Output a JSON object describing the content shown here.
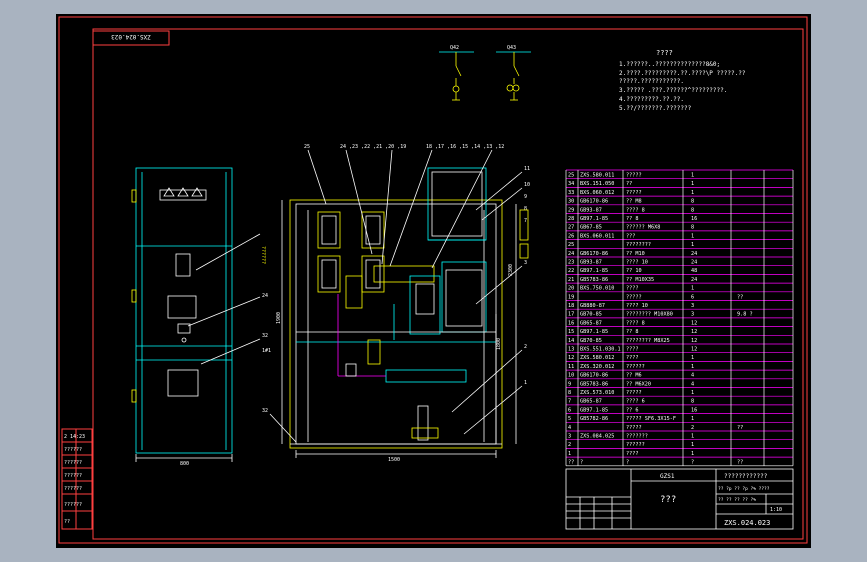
{
  "drawing_number": "ZXS.024.023",
  "drawing_number_rotated": "ZXS.024.023",
  "title_block": {
    "name_label": "???",
    "model": "GZS1",
    "designation": "ZXS.024.023",
    "company": "????????????",
    "scale_row": "?? ?p ?? ?p ?% ????",
    "sheet_row": "?? ?? ?? ?? ?%",
    "scale_value": "1:10"
  },
  "notes": {
    "heading": "????",
    "lines": [
      "1.??????..??????????????8&0;",
      "2.????.?????????.??.????\\P ?????.??",
      "  ?????.???????????.",
      "3.????? .???.??????^?????????.",
      "4.?????????.??.??.",
      "5.??/???????.???????"
    ]
  },
  "schematic_labels": [
    "Q42",
    "Q43"
  ],
  "front_view": {
    "width_dim": "800",
    "side_labels": [
      "??????",
      "24",
      "32"
    ]
  },
  "side_view": {
    "width_dim": "1500",
    "height_dims": [
      "2300",
      "1900",
      "1800"
    ],
    "label_left": "1#1",
    "label_s": "32",
    "callouts_top": [
      "25",
      "24 ,23 ,22 ,21 ,20 ,19",
      "18 ,17 ,16 ,15 ,14 ,13 ,12"
    ],
    "callouts_right": [
      "11",
      "10",
      "9",
      "8",
      "7",
      "3",
      "2",
      "1"
    ]
  },
  "left_strip": [
    "2 14:23",
    "??????",
    "??????",
    "??????",
    "??????",
    "??????",
    "??"
  ],
  "bom": {
    "rows": [
      [
        "25",
        "ZXS.580.011",
        "?????",
        "1",
        ""
      ],
      [
        "34",
        "BXS.151.050",
        "??",
        "1",
        ""
      ],
      [
        "33",
        "BXS.060.012",
        "?????",
        "1",
        ""
      ],
      [
        "30",
        "GB6170-86",
        "?? M8",
        "8",
        ""
      ],
      [
        "29",
        "GB93-87",
        "???? 8",
        "8",
        ""
      ],
      [
        "28",
        "GB97.1-85",
        "?? 8",
        "16",
        ""
      ],
      [
        "27",
        "GB67-85",
        "?????? M6X8",
        "8",
        ""
      ],
      [
        "26",
        "BXS.060.011",
        "???",
        "1",
        ""
      ],
      [
        "25",
        "",
        "????????",
        "1",
        ""
      ],
      [
        "24",
        "GB6170-86",
        "?? M10",
        "24",
        ""
      ],
      [
        "23",
        "GB93-87",
        "???? 10",
        "24",
        ""
      ],
      [
        "22",
        "GB97.1-85",
        "?? 10",
        "48",
        ""
      ],
      [
        "21",
        "GB5783-86",
        "?? M10X35",
        "24",
        ""
      ],
      [
        "20",
        "BXS.750.010",
        "????",
        "1",
        ""
      ],
      [
        "19",
        "",
        "?????",
        "6",
        "??"
      ],
      [
        "18",
        "GB880-87",
        "???? 10",
        "3",
        ""
      ],
      [
        "17",
        "GB70-85",
        "???????? M10X80",
        "3",
        "9.8 ?"
      ],
      [
        "16",
        "GB65-87",
        "???? 8",
        "12",
        ""
      ],
      [
        "15",
        "GB97.1-85",
        "?? 8",
        "12",
        ""
      ],
      [
        "14",
        "GB70-85",
        "???????? M8X25",
        "12",
        ""
      ],
      [
        "13",
        "BXS.551.030.1",
        "????",
        "12",
        ""
      ],
      [
        "12",
        "ZXS.580.012",
        "????",
        "1",
        ""
      ],
      [
        "11",
        "ZXS.320.012",
        "??????",
        "1",
        ""
      ],
      [
        "10",
        "GB6170-86",
        "?? M6",
        "4",
        ""
      ],
      [
        "9",
        "GB5783-86",
        "?? M6X20",
        "4",
        ""
      ],
      [
        "8",
        "ZXS.573.010",
        "?????",
        "1",
        ""
      ],
      [
        "7",
        "GB65-87",
        "???? 6",
        "8",
        ""
      ],
      [
        "6",
        "GB97.1-85",
        "?? 6",
        "16",
        ""
      ],
      [
        "5",
        "GB5782-86",
        "????? SF6.3X15-F",
        "1",
        ""
      ],
      [
        "4",
        "",
        "?????",
        "2",
        "??"
      ],
      [
        "3",
        "ZXS.084.025",
        "???????",
        "1",
        ""
      ],
      [
        "2",
        "",
        "??????",
        "1",
        ""
      ],
      [
        "1",
        "",
        "????",
        "1",
        ""
      ],
      [
        "??",
        "?",
        "?",
        "?",
        "??"
      ]
    ]
  },
  "colors": {
    "frame": "#ff4040",
    "outline": "#00ffff",
    "text": "#ffffff",
    "yellow": "#ffff00",
    "magenta": "#ff00ff"
  }
}
